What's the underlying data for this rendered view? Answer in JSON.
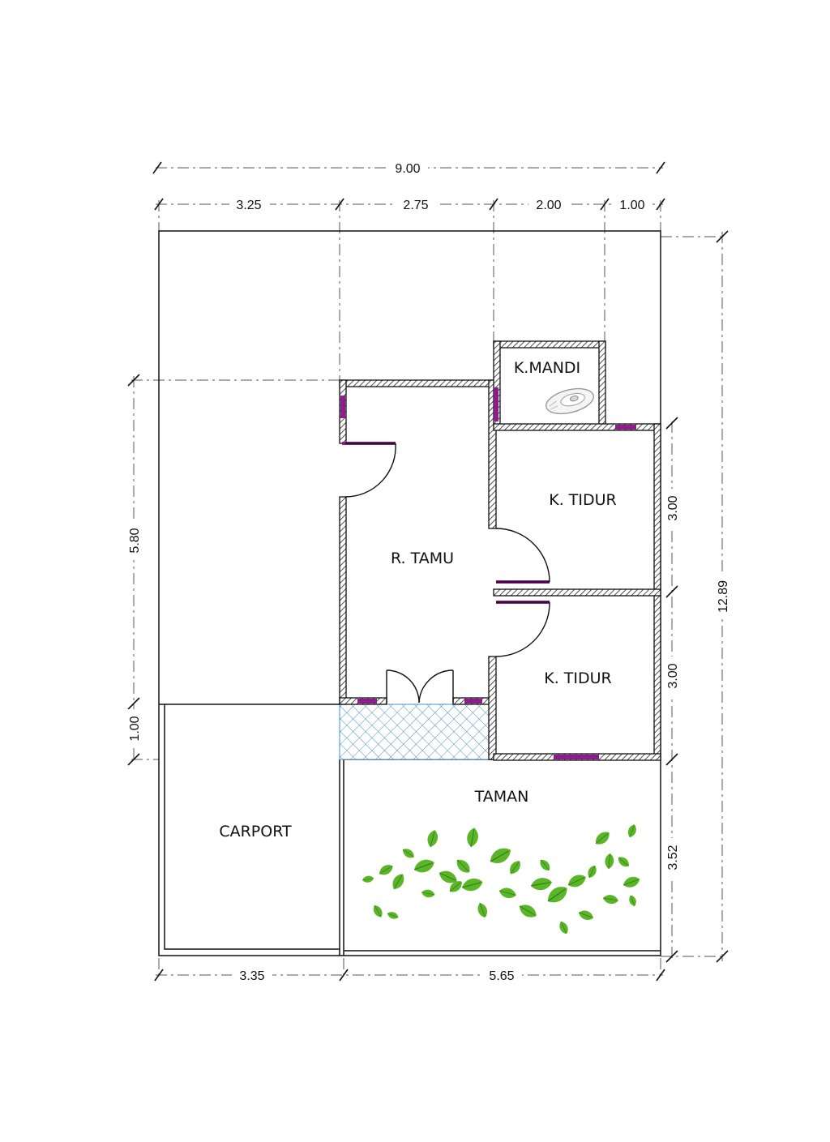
{
  "dimensions": {
    "top_total": "9.00",
    "top_segments": [
      "3.25",
      "2.75",
      "2.00",
      "1.00"
    ],
    "left_segments": [
      "5.80",
      "1.00"
    ],
    "right_segments": [
      "3.00",
      "3.00",
      "3.52"
    ],
    "right_total": "12.89",
    "bottom_segments": [
      "3.35",
      "5.65"
    ]
  },
  "rooms": {
    "bathroom": "K.MANDI",
    "bedroom_1": "K. TIDUR",
    "living_room": "R. TAMU",
    "bedroom_2": "K. TIDUR",
    "garden": "TAMAN",
    "carport": "CARPORT"
  },
  "colors": {
    "window": "#8b1e8b",
    "terrace_tile": "#4a90c8",
    "leaf": "#5ab528"
  },
  "icons": [
    "toilet-icon",
    "leaves-decoration"
  ]
}
